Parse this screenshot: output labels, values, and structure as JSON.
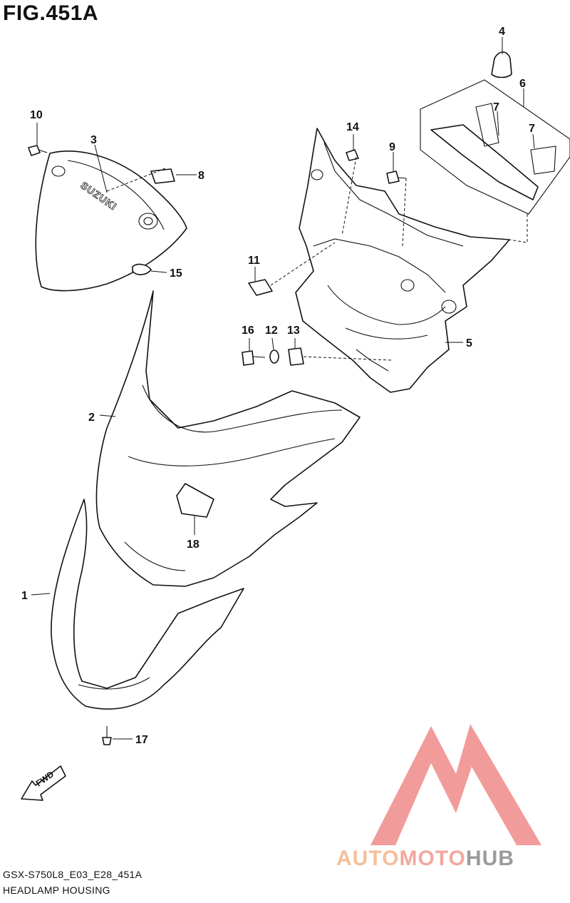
{
  "figure": {
    "title": "FIG.451A"
  },
  "footer": {
    "code": "GSX-S750L8_E03_E28_451A",
    "name": "HEADLAMP HOUSING"
  },
  "callouts": [
    "1",
    "2",
    "3",
    "4",
    "5",
    "6",
    "7",
    "7",
    "8",
    "9",
    "10",
    "11",
    "12",
    "13",
    "14",
    "15",
    "16",
    "17",
    "18"
  ],
  "labels": {
    "brand_on_cover": "SUZUKI",
    "direction": "FWD"
  },
  "watermark": {
    "part1": "AUTO",
    "part2": "MOTO",
    "part3": "HUB",
    "color1": "#f4b58a",
    "color2": "#f29a8e",
    "color3": "#8a8a8a",
    "logo_color": "#f08a8a"
  }
}
